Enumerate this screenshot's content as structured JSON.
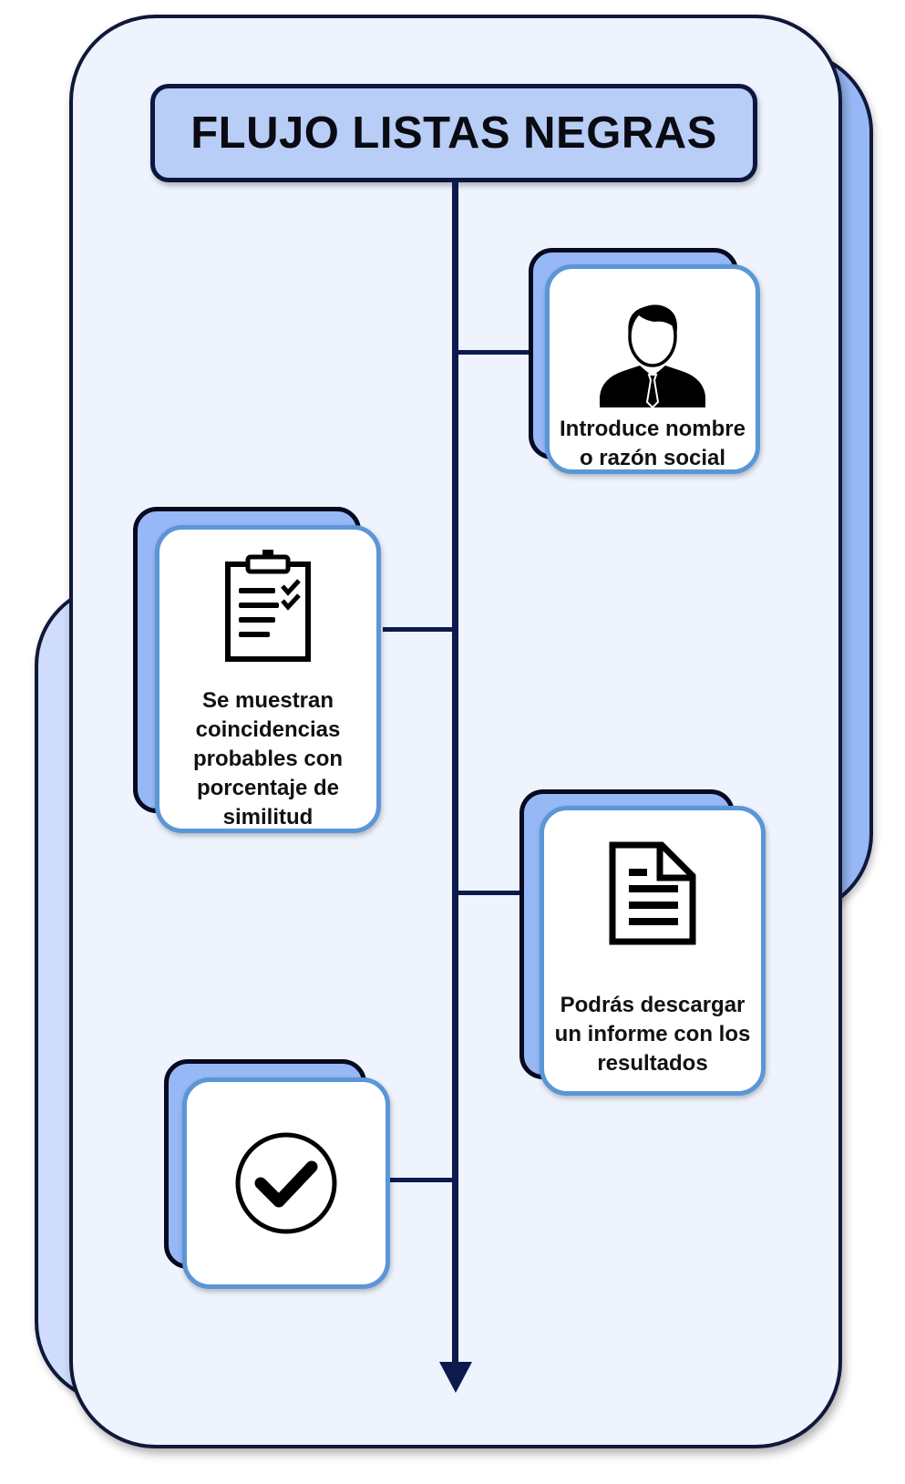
{
  "title": "FLUJO LISTAS NEGRAS",
  "steps": [
    {
      "text": "Introduce nombre\no razón social",
      "icon": "person-icon",
      "side": "right"
    },
    {
      "text": "Se muestran\ncoincidencias\nprobables con\nporcentaje de\nsimilitud",
      "icon": "clipboard-checklist-icon",
      "side": "left"
    },
    {
      "text": "Podrás descargar\nun informe con los\nresultados",
      "icon": "document-icon",
      "side": "right"
    },
    {
      "text": "",
      "icon": "check-circle-icon",
      "side": "left"
    }
  ],
  "colors": {
    "panel_bg": "#eef3fd",
    "title_bg": "#b8cef6",
    "card_back": "#97b8f6",
    "card_border": "#5b96d6",
    "timeline": "#0c1a4e"
  }
}
